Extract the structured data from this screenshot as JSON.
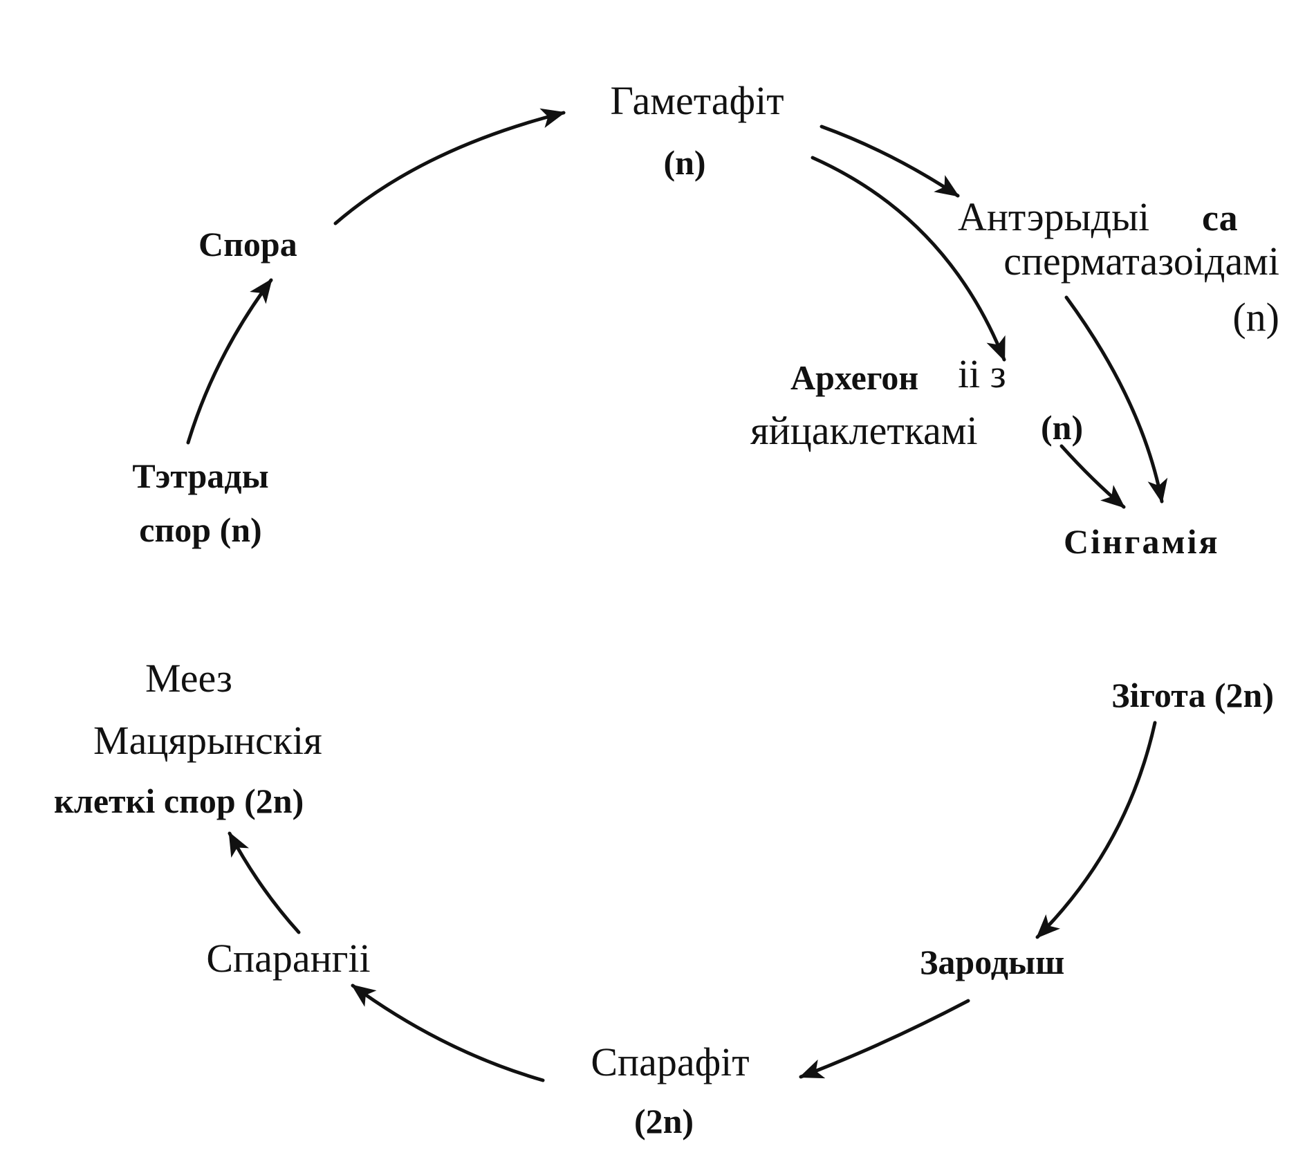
{
  "nodes": {
    "gametophyte": {
      "name": "Гаметафіт",
      "ploidy": "(n)"
    },
    "antheridia": {
      "line1_a": "Антэрыдыі",
      "line1_b": "са",
      "line2": "сперматазоідамі",
      "ploidy": "(n)"
    },
    "archegonia": {
      "line1_a": "Архегон",
      "line1_b": "іі з",
      "line2": "яйцаклеткамі",
      "ploidy": "(n)"
    },
    "syngamy": {
      "name": "Сінгамія"
    },
    "zygote": {
      "name": "Зігота (2n)"
    },
    "embryo": {
      "name": "Зародыш"
    },
    "sporophyte": {
      "name": "Спарафіт",
      "ploidy": "(2n)"
    },
    "sporangia": {
      "name": "Спарангіі"
    },
    "meiosis": {
      "line1": "Меез",
      "line2": "Мацярынскія",
      "line3": "клеткі спор (2n)"
    },
    "tetrads": {
      "line1": "Тэтрады",
      "line2": "спор (n)"
    },
    "spore": {
      "name": "Спора"
    }
  }
}
